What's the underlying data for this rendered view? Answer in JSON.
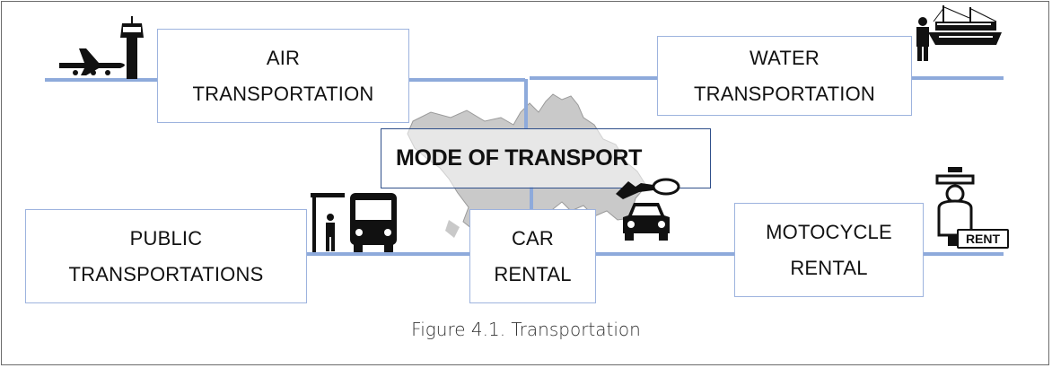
{
  "diagram": {
    "center_label": "MODE OF TRANSPORT",
    "nodes": {
      "air": [
        "AIR",
        "TRANSPORTATION"
      ],
      "water": [
        "WATER",
        "TRANSPORTATION"
      ],
      "public": [
        "PUBLIC",
        "TRANSPORTATIONS"
      ],
      "car": [
        "CAR",
        "RENTAL"
      ],
      "moto": [
        "MOTOCYCLE",
        "RENTAL"
      ]
    },
    "rent_sign": "RENT",
    "line_color": "#8eaadb",
    "icons": [
      "airplane-icon",
      "control-tower-icon",
      "ferry-icon",
      "person-icon",
      "bus-stop-icon",
      "bus-icon",
      "car-icon",
      "car-key-icon",
      "scooter-icon"
    ]
  },
  "caption": "Figure 4.1. Transportation"
}
